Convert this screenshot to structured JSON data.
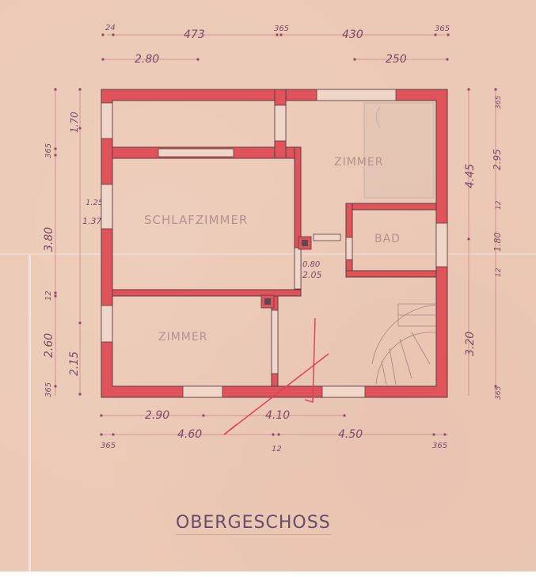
{
  "drawing": {
    "title": "OBERGESCHOSS",
    "rooms": [
      {
        "name": "SCHLAFZIMMER"
      },
      {
        "name": "ZIMMER",
        "position": "top-right"
      },
      {
        "name": "ZIMMER",
        "position": "bottom-left"
      },
      {
        "name": "BAD"
      }
    ],
    "dimensions": {
      "top_row1": [
        "24",
        "473",
        "365",
        "430",
        "365"
      ],
      "top_row2": [
        "2.80",
        "250"
      ],
      "bottom_row1": [
        "2.90",
        "4.10"
      ],
      "bottom_row2": [
        "4.60",
        "4.50"
      ],
      "bottom_row2_small": [
        "365",
        "12",
        "365"
      ],
      "left_outer": [
        "365",
        "3.80",
        "12",
        "2.60",
        "365"
      ],
      "left_inner": [
        "1.70",
        "2.15"
      ],
      "window_left": [
        "1.25",
        "1.37"
      ],
      "right_outer": [
        "4.45",
        "3.20"
      ],
      "right_inner": [
        "2.95",
        "1.80",
        "365",
        "12",
        "12",
        "365"
      ],
      "door_label": [
        "0.80",
        "2.05"
      ]
    },
    "colors": {
      "paper": "#ecc9b6",
      "wall_fill": "#e0535a",
      "pencil": "#6b4a6a"
    }
  }
}
